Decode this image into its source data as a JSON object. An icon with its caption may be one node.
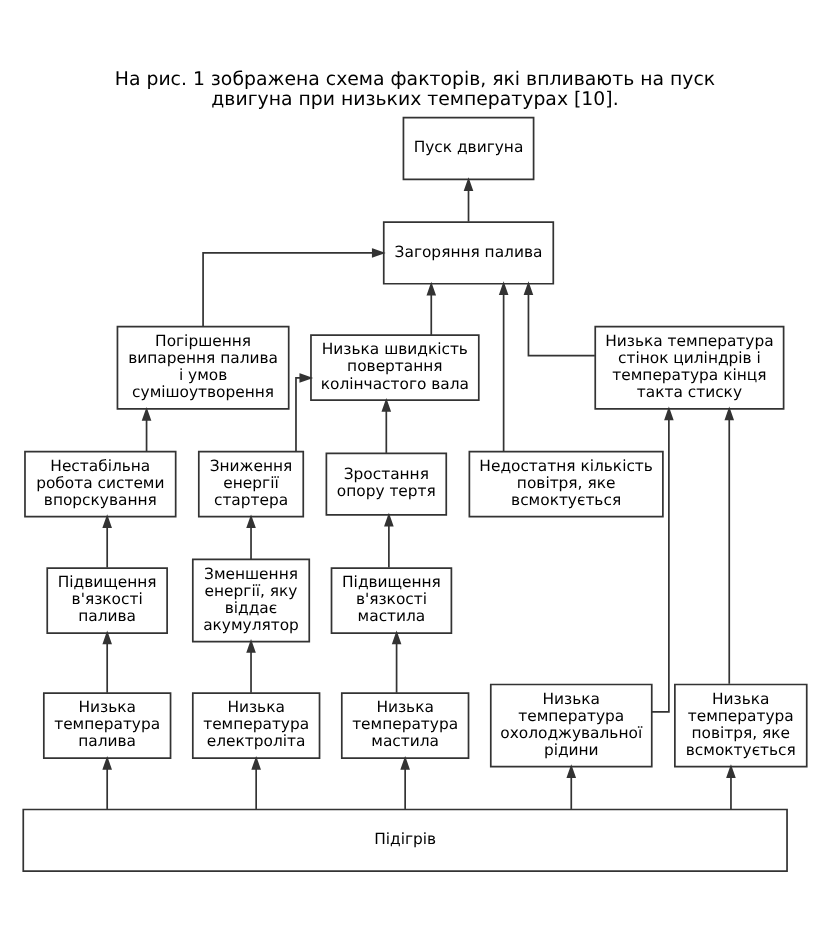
{
  "diagram": {
    "title": "На рис. 1 зображена схема факторів, які впливають на пуск двигуна при низьких температурах [10].",
    "nodes": [
      {
        "text": [
          "Пуск двигуна"
        ]
      },
      {
        "text": [
          "Загоряння палива"
        ]
      },
      {
        "text": [
          "Погіршення випарення палива і умов сумішоутворення"
        ]
      },
      {
        "text": [
          "Низька швидкість повертання колінчастого вала"
        ]
      },
      {
        "text": [
          "Низька температура стінок циліндрів і температура кінця такта стиску"
        ]
      },
      {
        "text": [
          "Нестабільна робота системи впорскування"
        ]
      },
      {
        "text": [
          "Зниження енергії стартера"
        ]
      },
      {
        "text": [
          "Зростання опору тертя"
        ]
      },
      {
        "text": [
          "Недостатня кількість повітря, яке всмоктується"
        ]
      },
      {
        "text": [
          "Підвищення в'язкості палива"
        ]
      },
      {
        "text": [
          "Зменшення енергії, яку віддає акумулятор"
        ]
      },
      {
        "text": [
          "Підвищення в'язкості мастила"
        ]
      },
      {
        "text": [
          "Низька температура палива"
        ]
      },
      {
        "text": [
          "Низька температура електроліта"
        ]
      },
      {
        "text": [
          "Низька температура мастила"
        ]
      },
      {
        "text": [
          "Низька температура охолоджувальної рідини"
        ]
      },
      {
        "text": [
          "Низька температура повітря, яке всмоктується"
        ]
      },
      {
        "text": [
          "Підігрів"
        ]
      }
    ],
    "edges": [
      {
        "from": 1,
        "to": 0,
        "arrow": "to"
      },
      {
        "from": 2,
        "to": 1,
        "arrow": "to"
      },
      {
        "from": 3,
        "to": 1,
        "arrow": "to"
      },
      {
        "from": 4,
        "to": 1,
        "arrow": "to"
      },
      {
        "from": 8,
        "to": 1,
        "arrow": "to"
      },
      {
        "from": 5,
        "to": 2,
        "arrow": "to"
      },
      {
        "from": 9,
        "to": 5,
        "arrow": "to"
      },
      {
        "from": 12,
        "to": 9,
        "arrow": "to"
      },
      {
        "from": 6,
        "to": 3,
        "arrow": "to"
      },
      {
        "from": 7,
        "to": 3,
        "arrow": "to"
      },
      {
        "from": 10,
        "to": 6,
        "arrow": "to"
      },
      {
        "from": 13,
        "to": 10,
        "arrow": "to"
      },
      {
        "from": 11,
        "to": 7,
        "arrow": "to"
      },
      {
        "from": 14,
        "to": 11,
        "arrow": "to"
      },
      {
        "from": 15,
        "to": 4,
        "arrow": "to"
      },
      {
        "from": 16,
        "to": 4,
        "arrow": "to"
      },
      {
        "from": 17,
        "to": 12,
        "arrow": "to"
      },
      {
        "from": 17,
        "to": 13,
        "arrow": "to"
      },
      {
        "from": 17,
        "to": 14,
        "arrow": "to"
      },
      {
        "from": 17,
        "to": 15,
        "arrow": "to"
      },
      {
        "from": 17,
        "to": 16,
        "arrow": "to"
      }
    ]
  }
}
